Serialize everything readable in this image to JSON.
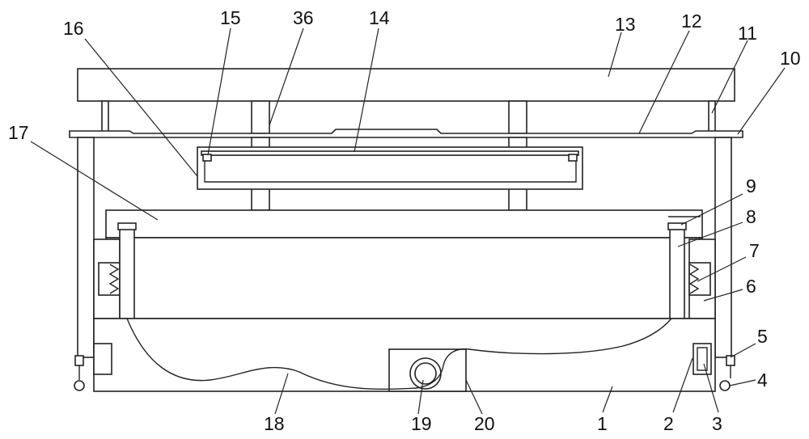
{
  "diagram": {
    "part_numbers": [
      "13",
      "12",
      "11",
      "10",
      "16",
      "15",
      "36",
      "14",
      "17",
      "9",
      "8",
      "7",
      "6",
      "5",
      "4",
      "3",
      "2",
      "1",
      "20",
      "19",
      "18"
    ]
  }
}
